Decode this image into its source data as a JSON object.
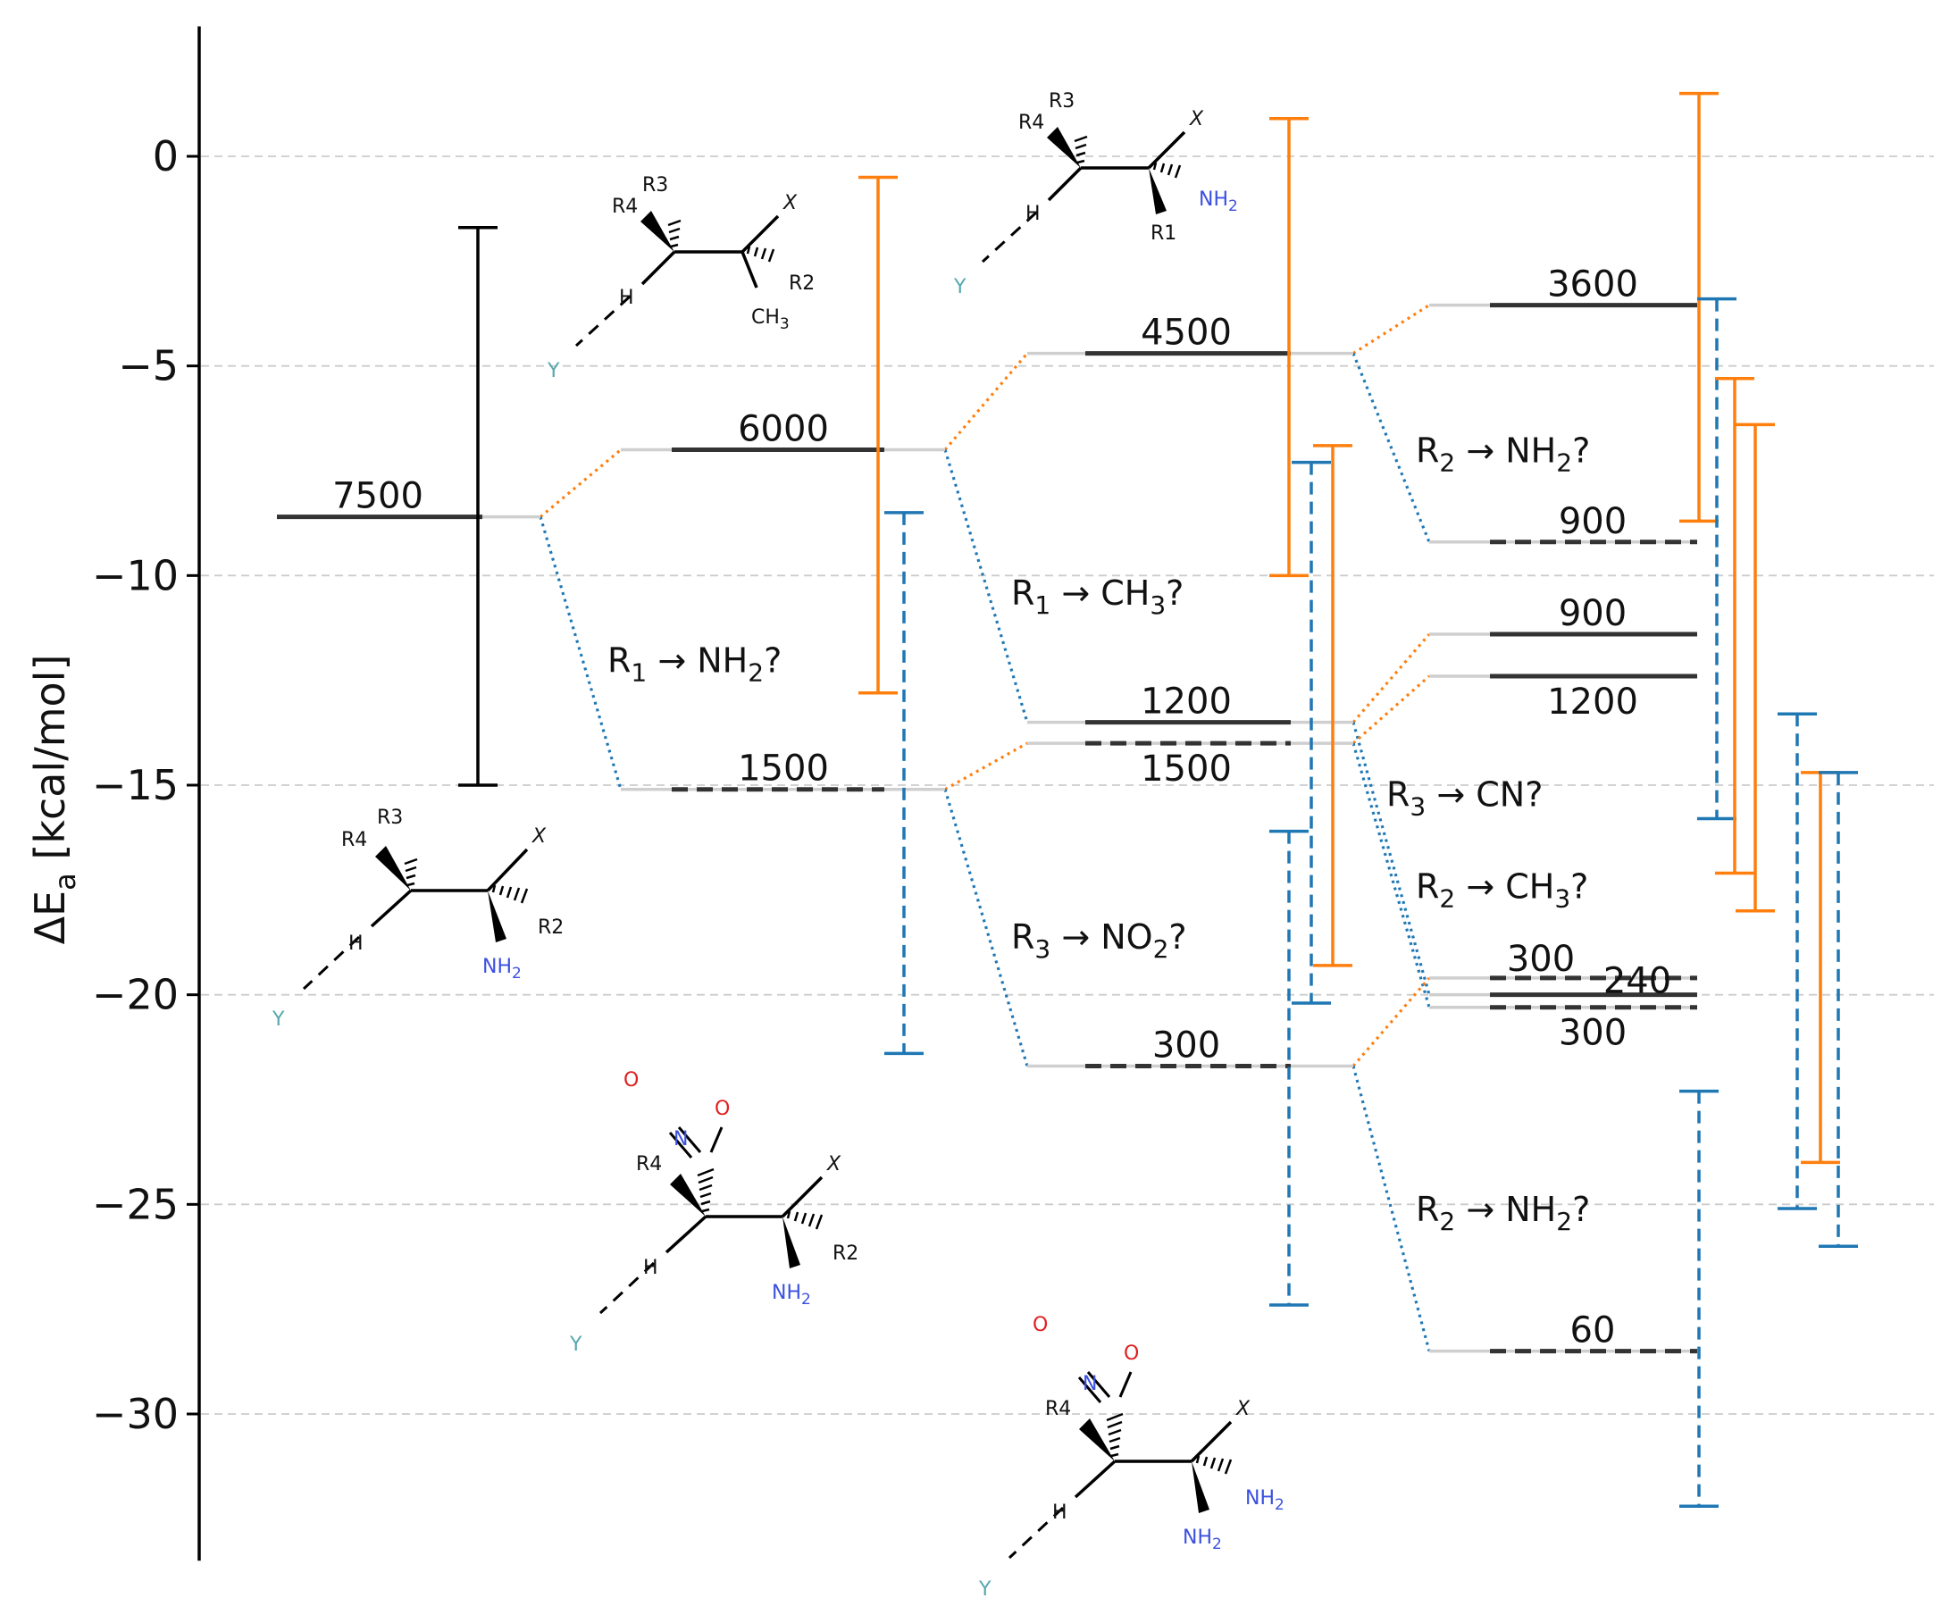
{
  "chart_data": {
    "type": "energy-level diagram",
    "ylabel": "ΔE",
    "ylabel_sub": "a",
    "ylabel_unit": " [kcal/mol]",
    "ylim": [
      -33.5,
      3.1
    ],
    "yticks": [
      0,
      -5,
      -10,
      -15,
      -20,
      -25,
      -30
    ],
    "ytick_labels": [
      "0",
      "−5",
      "−10",
      "−15",
      "−20",
      "−25",
      "−30"
    ],
    "grid": "horizontal dashed",
    "levels": [
      {
        "id": "L0",
        "col": 0,
        "y": -8.6,
        "label": "7500",
        "style": "solid",
        "label_pos": "above"
      },
      {
        "id": "L1a",
        "col": 1,
        "y": -7.0,
        "label": "6000",
        "style": "solid",
        "label_pos": "above"
      },
      {
        "id": "L1b",
        "col": 1,
        "y": -15.1,
        "label": "1500",
        "style": "dashed",
        "label_pos": "above"
      },
      {
        "id": "L2a",
        "col": 2,
        "y": -4.7,
        "label": "4500",
        "style": "solid",
        "label_pos": "above"
      },
      {
        "id": "L2b",
        "col": 2,
        "y": -13.5,
        "label": "1200",
        "style": "solid",
        "label_pos": "above"
      },
      {
        "id": "L2c",
        "col": 2,
        "y": -14.0,
        "label": "1500",
        "style": "dashed",
        "label_pos": "below"
      },
      {
        "id": "L2d",
        "col": 2,
        "y": -21.7,
        "label": "300",
        "style": "dashed",
        "label_pos": "above"
      },
      {
        "id": "L3a",
        "col": 3,
        "y": -3.55,
        "label": "3600",
        "style": "solid",
        "label_pos": "above"
      },
      {
        "id": "L3b",
        "col": 3,
        "y": -9.2,
        "label": "900",
        "style": "dashed",
        "label_pos": "above"
      },
      {
        "id": "L3c",
        "col": 3,
        "y": -11.4,
        "label": "900",
        "style": "solid",
        "label_pos": "above"
      },
      {
        "id": "L3d",
        "col": 3,
        "y": -12.4,
        "label": "1200",
        "style": "solid",
        "label_pos": "below"
      },
      {
        "id": "L3e",
        "col": 3,
        "y": -19.6,
        "label": "300",
        "style": "dashed",
        "label_pos": "above-left"
      },
      {
        "id": "L3f",
        "col": 3,
        "y": -20.0,
        "label": "240",
        "style": "solid",
        "label_pos": "above-right"
      },
      {
        "id": "L3g",
        "col": 3,
        "y": -20.3,
        "label": "300",
        "style": "dashed",
        "label_pos": "below"
      },
      {
        "id": "L3h",
        "col": 3,
        "y": -28.5,
        "label": "60",
        "style": "dashed",
        "label_pos": "above"
      }
    ],
    "connections": [
      {
        "from": "L0",
        "to": "L1a",
        "color": "#ff7f0e"
      },
      {
        "from": "L0",
        "to": "L1b",
        "color": "#1f77b4"
      },
      {
        "from": "L1a",
        "to": "L2a",
        "color": "#ff7f0e"
      },
      {
        "from": "L1a",
        "to": "L2b",
        "color": "#1f77b4"
      },
      {
        "from": "L1b",
        "to": "L2c",
        "color": "#ff7f0e"
      },
      {
        "from": "L1b",
        "to": "L2d",
        "color": "#1f77b4"
      },
      {
        "from": "L2a",
        "to": "L3a",
        "color": "#ff7f0e"
      },
      {
        "from": "L2a",
        "to": "L3b",
        "color": "#1f77b4"
      },
      {
        "from": "L2b",
        "to": "L3c",
        "color": "#ff7f0e"
      },
      {
        "from": "L2b",
        "to": "L3f",
        "color": "#1f77b4"
      },
      {
        "from": "L2c",
        "to": "L3d",
        "color": "#ff7f0e"
      },
      {
        "from": "L2c",
        "to": "L3g",
        "color": "#1f77b4"
      },
      {
        "from": "L2d",
        "to": "L3e",
        "color": "#ff7f0e"
      },
      {
        "from": "L2d",
        "to": "L3h",
        "color": "#1f77b4"
      }
    ],
    "annotations": [
      {
        "col": 1,
        "y": -12.3,
        "base": "R",
        "sub": "1",
        "text": " → NH",
        "sub2": "2",
        "tail": "?"
      },
      {
        "col": 2,
        "y": -10.7,
        "base": "R",
        "sub": "1",
        "text": " → CH",
        "sub2": "3",
        "tail": "?"
      },
      {
        "col": 2,
        "y": -18.9,
        "base": "R",
        "sub": "3",
        "text": " → NO",
        "sub2": "2",
        "tail": "?"
      },
      {
        "col": 3,
        "y": -7.3,
        "base": "R",
        "sub": "2",
        "text": " → NH",
        "sub2": "2",
        "tail": "?"
      },
      {
        "col": 3,
        "y": -15.5,
        "base": "R",
        "sub": "3",
        "text": " → CN",
        "sub2": "",
        "tail": "?"
      },
      {
        "col": 3,
        "y": -17.7,
        "base": "R",
        "sub": "2",
        "text": " → CH",
        "sub2": "3",
        "tail": "?"
      },
      {
        "col": 3,
        "y": -25.4,
        "base": "R",
        "sub": "2",
        "text": " → NH",
        "sub2": "2",
        "tail": "?"
      }
    ],
    "error_bars": [
      {
        "pos": 0,
        "lo": -15.0,
        "hi": -1.7,
        "color": "#000000",
        "style": "solid"
      },
      {
        "pos": 1,
        "lo": -12.8,
        "hi": -0.5,
        "color": "#ff7f0e",
        "style": "solid"
      },
      {
        "pos": 2,
        "lo": -21.4,
        "hi": -8.5,
        "color": "#1f77b4",
        "style": "dashed"
      },
      {
        "pos": 3,
        "lo": -10.0,
        "hi": 0.9,
        "color": "#ff7f0e",
        "style": "solid"
      },
      {
        "pos": 4,
        "lo": -27.4,
        "hi": -16.1,
        "color": "#1f77b4",
        "style": "dashed"
      },
      {
        "pos": 5,
        "lo": -20.2,
        "hi": -7.3,
        "color": "#1f77b4",
        "style": "dashed"
      },
      {
        "pos": 6,
        "lo": -19.3,
        "hi": -6.9,
        "color": "#ff7f0e",
        "style": "solid"
      },
      {
        "pos": 7,
        "lo": -8.7,
        "hi": 1.5,
        "color": "#ff7f0e",
        "style": "solid"
      },
      {
        "pos": 8,
        "lo": -32.2,
        "hi": -22.3,
        "color": "#1f77b4",
        "style": "dashed"
      },
      {
        "pos": 9,
        "lo": -15.8,
        "hi": -3.4,
        "color": "#1f77b4",
        "style": "dashed"
      },
      {
        "pos": 10,
        "lo": -17.1,
        "hi": -5.3,
        "color": "#ff7f0e",
        "style": "solid"
      },
      {
        "pos": 11,
        "lo": -18.0,
        "hi": -6.4,
        "color": "#ff7f0e",
        "style": "solid"
      },
      {
        "pos": 12,
        "lo": -25.1,
        "hi": -13.3,
        "color": "#1f77b4",
        "style": "dashed"
      },
      {
        "pos": 13,
        "lo": -24.0,
        "hi": -14.7,
        "color": "#ff7f0e",
        "style": "solid"
      },
      {
        "pos": 14,
        "lo": -26.0,
        "hi": -14.7,
        "color": "#1f77b4",
        "style": "dashed"
      }
    ],
    "molecules": [
      {
        "id": "m0",
        "variant": "R1=NH2, R2, R3, R4",
        "labels": {
          "r4": "R4",
          "r3": "R3",
          "x": "X",
          "r2": "R2",
          "h": "H",
          "nh2": "NH2",
          "y": "Y"
        }
      },
      {
        "id": "m1",
        "variant": "R1=CH3",
        "labels": {
          "r4": "R4",
          "r3": "R3",
          "x": "X",
          "r2": "R2",
          "h": "H",
          "ch3": "CH3",
          "y": "Y"
        }
      },
      {
        "id": "m2",
        "variant": "R2=NH2",
        "labels": {
          "r4": "R4",
          "r3": "R3",
          "x": "X",
          "nh2": "NH2",
          "r1": "R1",
          "h": "H",
          "y": "Y"
        }
      },
      {
        "id": "m3",
        "variant": "R3=NO2",
        "labels": {
          "o1": "O",
          "o2": "O",
          "n": "N",
          "r4": "R4",
          "x": "X",
          "r2": "R2",
          "h": "H",
          "nh2": "NH2",
          "y": "Y"
        }
      },
      {
        "id": "m4",
        "variant": "R3=NO2, R2=NH2",
        "labels": {
          "o1": "O",
          "o2": "O",
          "n": "N",
          "r4": "R4",
          "x": "X",
          "nh2a": "NH2",
          "nh2b": "NH2",
          "h": "H",
          "y": "Y"
        }
      }
    ]
  }
}
